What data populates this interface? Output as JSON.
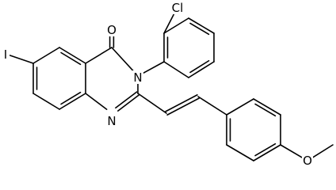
{
  "molecule": {
    "atoms": {
      "oxygen_carbonyl": "O",
      "nitrogen_n3": "N",
      "nitrogen_n1": "N",
      "iodine": "I",
      "chlorine": "Cl",
      "oxygen_methoxy": "O"
    }
  }
}
